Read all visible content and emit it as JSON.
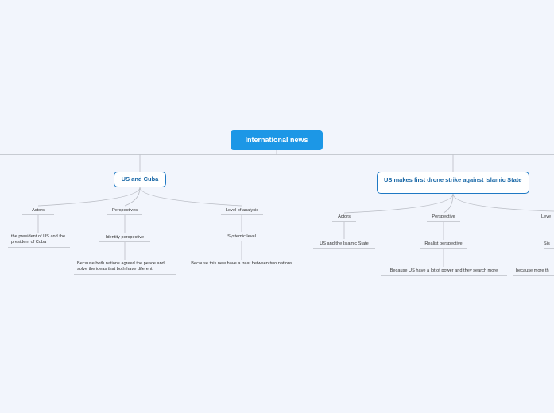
{
  "root": {
    "label": "International news"
  },
  "branches": [
    {
      "label": "US and Cuba",
      "children": [
        {
          "label": "Actors",
          "items": [
            {
              "label": "the president of US and the president of Cuba"
            }
          ]
        },
        {
          "label": "Perspectives",
          "items": [
            {
              "label": "Identity perspective",
              "detail": "Because both nations agreed the peace and solve the ideas that both have diferent"
            }
          ]
        },
        {
          "label": "Level of analysis",
          "items": [
            {
              "label": "Systemic level",
              "detail": "Because this new have a treat between two nations"
            }
          ]
        }
      ]
    },
    {
      "label": "US makes first drone strike against Islamic State",
      "children": [
        {
          "label": "Actors",
          "items": [
            {
              "label": "US and the Islamic State"
            }
          ]
        },
        {
          "label": "Perspective",
          "items": [
            {
              "label": "Realist perspective",
              "detail": "Because US have a lot of power and they search more"
            }
          ]
        },
        {
          "label": "Leve",
          "items": [
            {
              "label": "Sis",
              "detail": "because more th"
            }
          ]
        }
      ]
    }
  ]
}
